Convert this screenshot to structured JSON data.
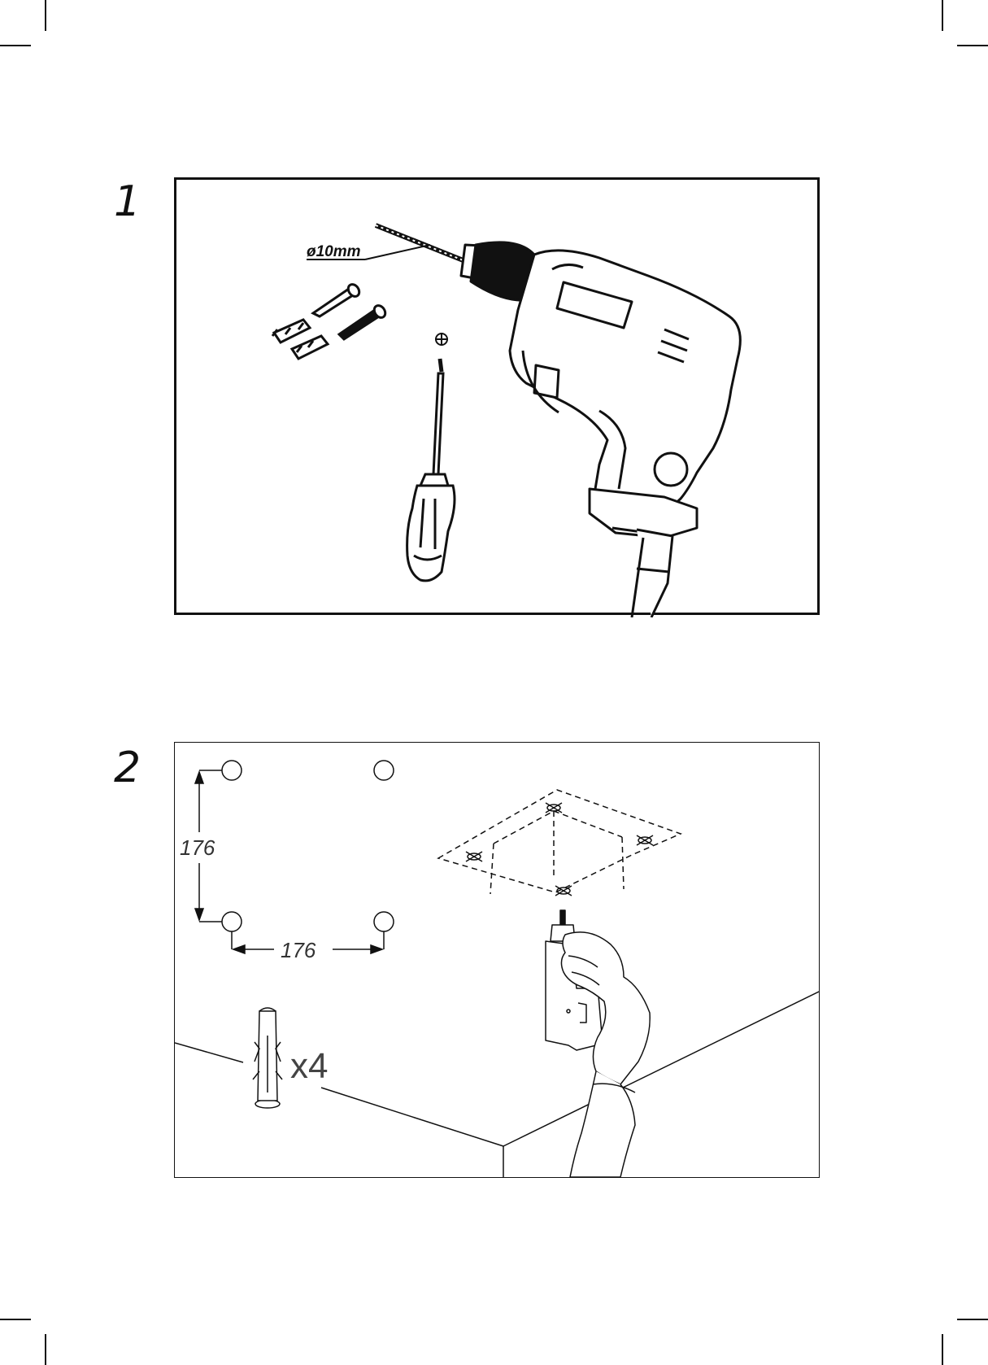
{
  "steps": [
    {
      "number": "1",
      "drill_bit_label": "ø10mm"
    },
    {
      "number": "2",
      "vertical_spacing": "176",
      "horizontal_spacing": "176",
      "anchor_quantity": "x4"
    }
  ],
  "icons": [
    "drill-icon",
    "screwdriver-icon",
    "wall-plug-icon",
    "screw-icon",
    "phillips-head-icon",
    "hand-icon"
  ]
}
